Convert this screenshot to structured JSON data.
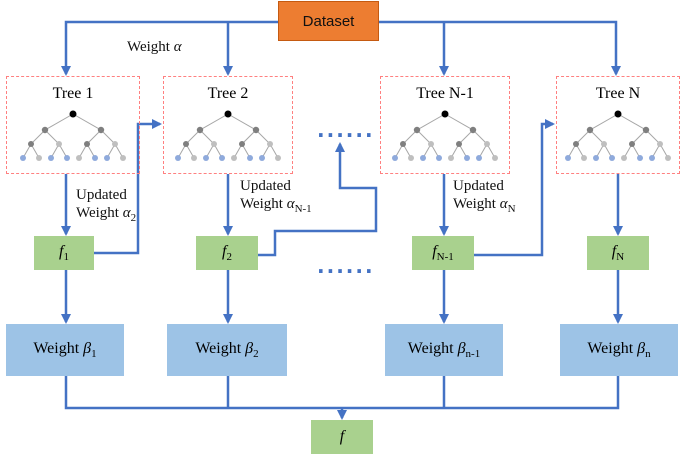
{
  "dataset": "Dataset",
  "weight_alpha": {
    "text": "Weight ",
    "symbol": "α"
  },
  "trees": [
    "Tree 1",
    "Tree 2",
    "Tree N-1",
    "Tree N"
  ],
  "updated": [
    {
      "line1": "Updated",
      "line2": "Weight ",
      "symbol": "α",
      "sub": "2"
    },
    {
      "line1": "Updated",
      "line2": "Weight ",
      "symbol": "α",
      "sub": "N-1"
    },
    {
      "line1": "Updated",
      "line2": "Weight ",
      "symbol": "α",
      "sub": "N"
    }
  ],
  "f_boxes": [
    {
      "symbol": "f",
      "sub": "1"
    },
    {
      "symbol": "f",
      "sub": "2"
    },
    {
      "symbol": "f",
      "sub": "N-1"
    },
    {
      "symbol": "f",
      "sub": "N"
    }
  ],
  "weight_boxes": [
    {
      "text": "Weight ",
      "symbol": "β",
      "sub": "1"
    },
    {
      "text": "Weight ",
      "symbol": "β",
      "sub": "2"
    },
    {
      "text": "Weight ",
      "symbol": "β",
      "sub": "n-1"
    },
    {
      "text": "Weight ",
      "symbol": "β",
      "sub": "n"
    }
  ],
  "output": {
    "symbol": "f"
  },
  "ellipsis": "......",
  "colors": {
    "arrow": "#4472c4",
    "dataset": "#ed7d31",
    "f_box": "#a9d18e",
    "weight_box": "#9dc3e6",
    "tree_border": "#ff8080",
    "node_dark": "#000000",
    "node_mid": "#7f7f7f",
    "node_light": "#bfbfbf",
    "leaf": "#8faadc"
  }
}
